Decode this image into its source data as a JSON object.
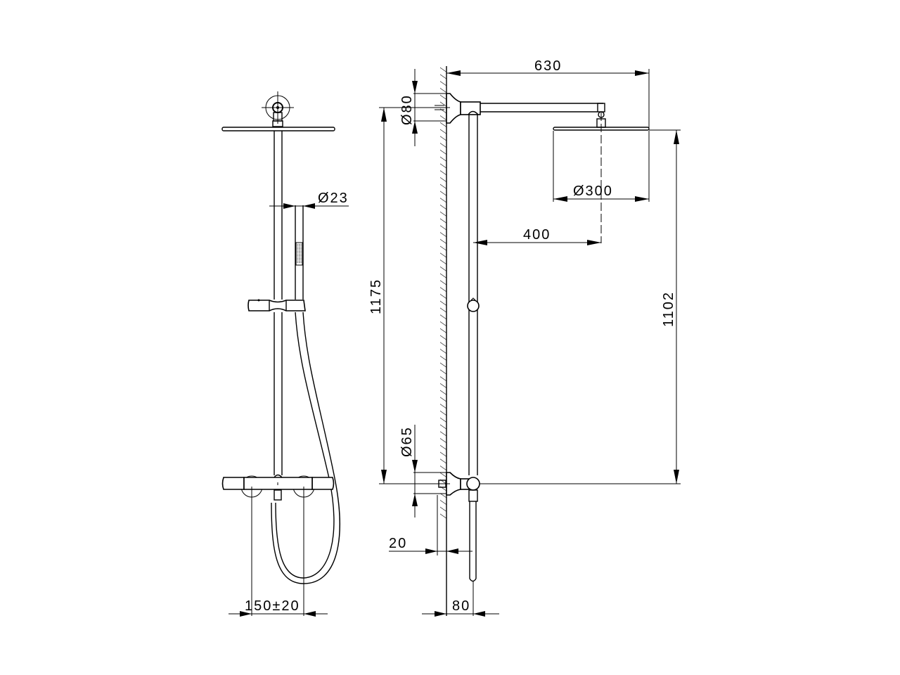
{
  "drawing": {
    "title": "Shower column technical drawing",
    "views": [
      "front-view",
      "side-view"
    ],
    "dimensions": {
      "hand_shower_diameter": "Ø23",
      "mixer_centers": "150±20",
      "overall_projection": "630",
      "wall_flange_top": "Ø80",
      "head_diameter": "Ø300",
      "arm_reach": "400",
      "column_height": "1175",
      "head_height": "1102",
      "wall_flange_bottom": "Ø65",
      "wall_offset": "20",
      "column_offset": "80"
    }
  }
}
